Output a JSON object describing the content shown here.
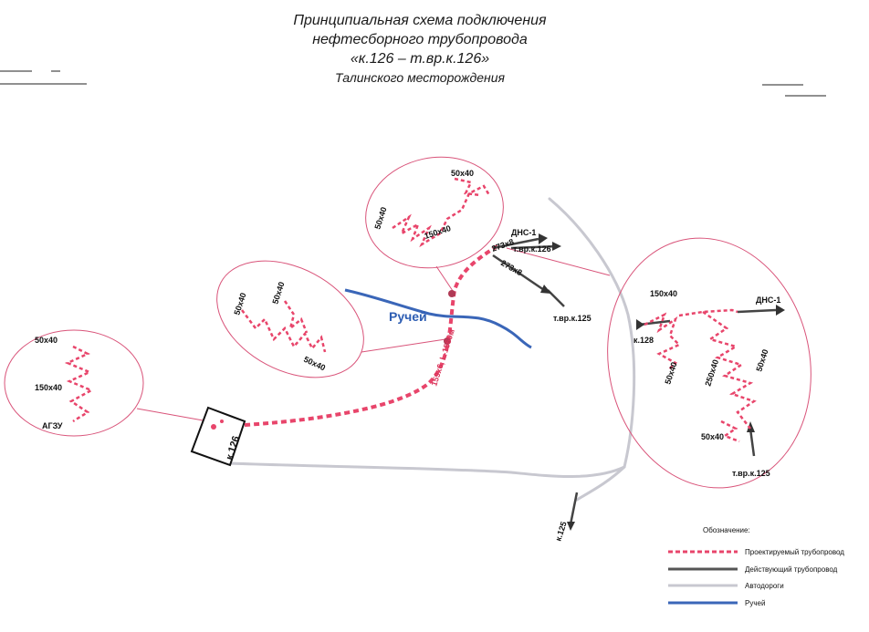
{
  "title": {
    "line1": "Принципиальная схема подключения",
    "line2": "нефтесборного трубопровода",
    "line3": "«к.126 – т.вр.к.126»",
    "line4": "Талинского месторождения"
  },
  "labels": {
    "agzu": "АГЗУ",
    "k126": "к.126",
    "creek": "Ручей",
    "pipe_spec": "159х6, L-1560м",
    "dns1_top": "ДНС-1",
    "dns1_right": "ДНС-1",
    "tvr_k126_top": "т.вр.к.126",
    "tvr_k125": "т.вр.к.125",
    "tvr_k125_mid": "т.вр.к.125",
    "k128": "к.128",
    "k125": "к.125",
    "size_273": "273х8",
    "size_273b": "273х8"
  },
  "sizes": {
    "a_50x40": "50х40",
    "a_150x40": "150х40",
    "b_50x40a": "50х40",
    "b_50x40b": "50х40",
    "b_50x40c": "50х40",
    "c_50x40a": "50х40",
    "c_50x40b": "50х40",
    "c_150x40": "150х40",
    "d_150x40": "150х40",
    "d_50x40a": "50х40",
    "d_250x40": "250х40",
    "d_50x40b": "50х40",
    "d_50x40c": "50х40"
  },
  "legend": {
    "title": "Обозначение:",
    "items": [
      {
        "label": "Проектируемый трубопровод",
        "color": "#e8456b"
      },
      {
        "label": "Действующий трубопровод",
        "color": "#555555"
      },
      {
        "label": "Автодороги",
        "color": "#c8c8d0"
      },
      {
        "label": "Ручей",
        "color": "#3a66b8"
      }
    ]
  },
  "colors": {
    "projected": "#e8456b",
    "existing": "#555555",
    "road": "#c8c8d0",
    "creek": "#3a66b8",
    "outline": "#d9547a"
  }
}
